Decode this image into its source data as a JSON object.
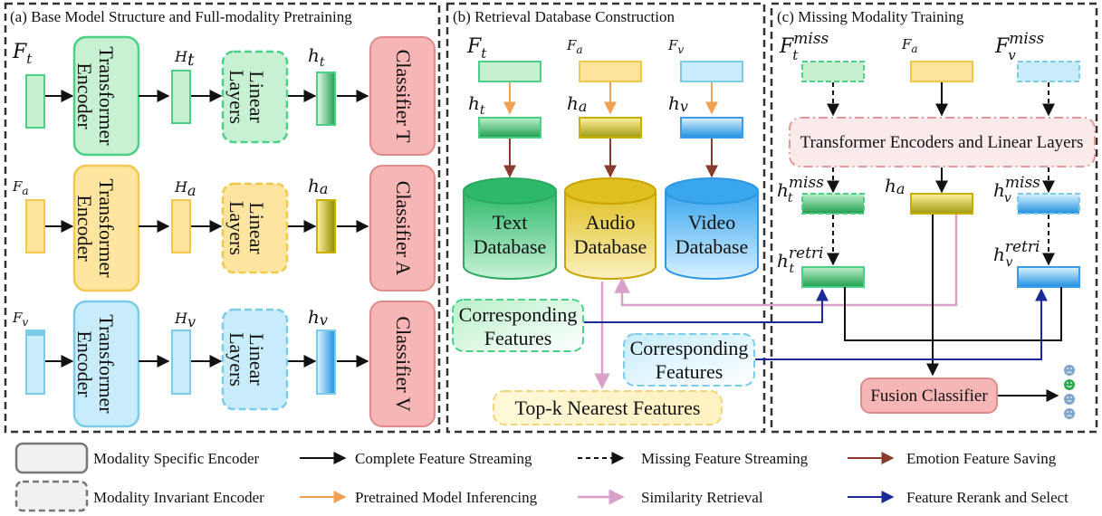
{
  "panels": {
    "a_title": "(a) Base Model Structure and Full-modality Pretraining",
    "b_title": "(b) Retrieval Database Construction",
    "c_title": "(c) Missing Modality Training"
  },
  "panel_a": {
    "transformer": "Transformer",
    "encoder": "Encoder",
    "linear": "Linear",
    "layers": "Layers",
    "classifier_t": "Classifier T",
    "classifier_a": "Classifier A",
    "classifier_v": "Classifier V",
    "F": "F",
    "H": "H",
    "h": "h",
    "sub_t": "t",
    "sub_a": "a",
    "sub_v": "v"
  },
  "panel_b": {
    "text_db_1": "Text",
    "text_db_2": "Database",
    "audio_db_1": "Audio",
    "audio_db_2": "Database",
    "video_db_1": "Video",
    "video_db_2": "Database",
    "corr_1": "Corresponding",
    "corr_2": "Features",
    "topk": "Top-k Nearest Features"
  },
  "panel_c": {
    "encoders": "Transformer Encoders and Linear Layers",
    "fusion": "Fusion Classifier",
    "miss": "miss",
    "retri": "retri"
  },
  "legend": {
    "specific": "Modality Specific Encoder",
    "invariant": "Modality Invariant Encoder",
    "complete": "Complete Feature Streaming",
    "pretrained": "Pretrained Model Inferencing",
    "missing": "Missing Feature Streaming",
    "similarity": "Similarity Retrieval",
    "saving": "Emotion Feature Saving",
    "rerank": "Feature Rerank and Select"
  },
  "colors": {
    "green_fill": "#c6f0d0",
    "green_stroke": "#4ccf87",
    "yellow_fill": "#fde49a",
    "yellow_stroke": "#f2c94c",
    "blue_fill": "#c9ecfa",
    "blue_stroke": "#7ccbe8",
    "red_fill": "#f6b6b6",
    "red_stroke": "#e08b8b",
    "orange_arrow": "#f0a050",
    "brown_arrow": "#8b3a2e",
    "pink_arrow": "#d9a0c8",
    "navy_arrow": "#1a2a9a"
  }
}
